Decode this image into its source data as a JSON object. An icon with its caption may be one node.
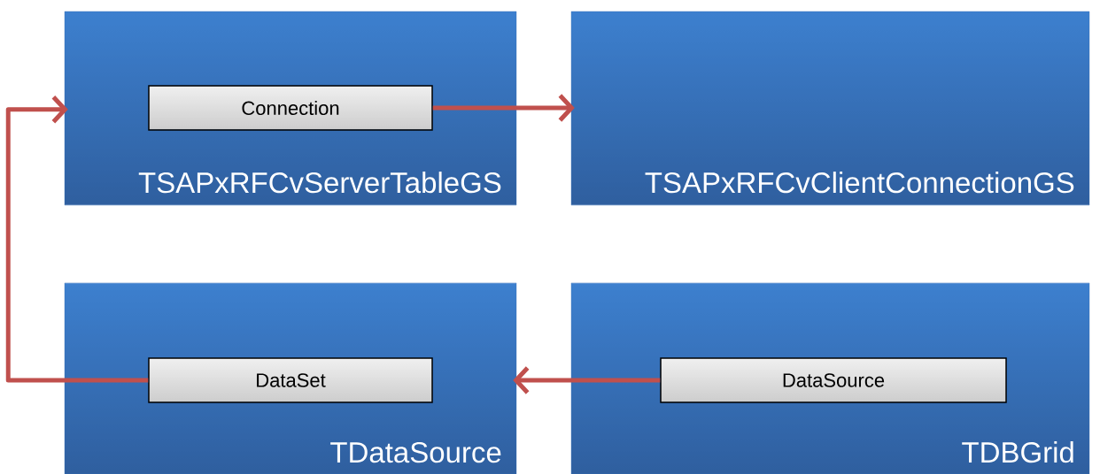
{
  "diagram": {
    "nodes": [
      {
        "text": [
          "TSAPxRFCvServerTableGS"
        ]
      },
      {
        "text": [
          "Connection"
        ],
        "in": 0
      },
      {
        "text": [
          "TSAPxRFCvClientConnectionGS"
        ]
      },
      {
        "text": [
          "TDataSource"
        ]
      },
      {
        "text": [
          "DataSet"
        ],
        "in": 3
      },
      {
        "text": [
          "TDBGrid"
        ]
      },
      {
        "text": [
          "DataSource"
        ],
        "in": 5
      }
    ],
    "edges": [
      {
        "from": 1,
        "to": 2,
        "arrow": "to"
      },
      {
        "from": 4,
        "to": 0,
        "arrow": "to"
      },
      {
        "from": 6,
        "to": 3,
        "arrow": "to"
      }
    ]
  }
}
